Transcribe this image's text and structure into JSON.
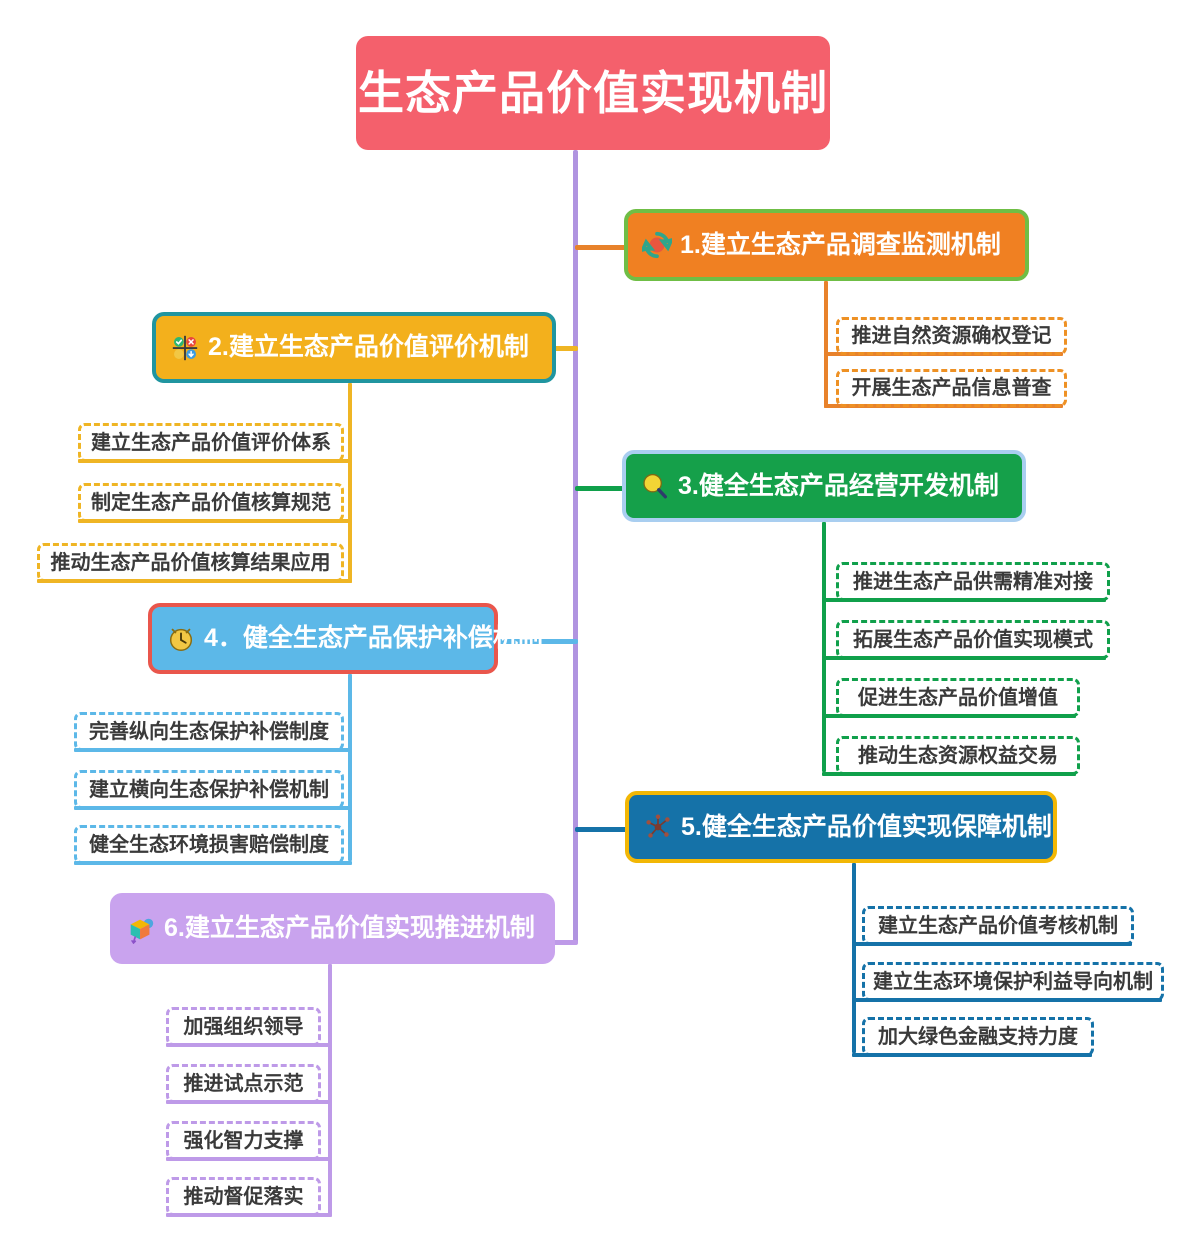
{
  "diagram": {
    "type": "mind-map",
    "title": "生态产品价值实现机制",
    "root": {
      "label": "生态产品价值实现机制",
      "fill": "#F4606C",
      "text_color": "#FFFFFF"
    },
    "spine_color": "#B094E0",
    "branches": [
      {
        "index": "1",
        "label": "1.建立生态产品调查监测机制",
        "icon": "recycle-icon",
        "side": "right",
        "fill": "#F08022",
        "border": "#6FBE45",
        "line": "#E8822B",
        "children": [
          {
            "label": "推进自然资源确权登记"
          },
          {
            "label": "开展生态产品信息普查"
          }
        ]
      },
      {
        "index": "2",
        "label": "2.建立生态产品价值评价机制",
        "icon": "quadrant-icon",
        "side": "left",
        "fill": "#F3B01C",
        "border": "#2095A0",
        "line": "#EFB524",
        "children": [
          {
            "label": "建立生态产品价值评价体系"
          },
          {
            "label": "制定生态产品价值核算规范"
          },
          {
            "label": "推动生态产品价值核算结果应用"
          }
        ]
      },
      {
        "index": "3",
        "label": "3.健全生态产品经营开发机制",
        "icon": "magnifier-icon",
        "side": "right",
        "fill": "#15A04A",
        "border": "#A9CEF0",
        "line": "#10A04B",
        "children": [
          {
            "label": "推进生态产品供需精准对接"
          },
          {
            "label": "拓展生态产品价值实现模式"
          },
          {
            "label": "促进生态产品价值增值"
          },
          {
            "label": "推动生态资源权益交易"
          }
        ]
      },
      {
        "index": "4",
        "label": "4．健全生态产品保护补偿机制",
        "icon": "alarm-clock-icon",
        "side": "left",
        "fill": "#5CB8E8",
        "border": "#E9564C",
        "line": "#5CB8E8",
        "children": [
          {
            "label": "完善纵向生态保护补偿制度"
          },
          {
            "label": "建立横向生态保护补偿机制"
          },
          {
            "label": "健全生态环境损害赔偿制度"
          }
        ]
      },
      {
        "index": "5",
        "label": "5.健全生态产品价值实现保障机制",
        "icon": "network-nodes-icon",
        "side": "right",
        "fill": "#1572A8",
        "border": "#F2B705",
        "line": "#1572A8",
        "children": [
          {
            "label": "建立生态产品价值考核机制"
          },
          {
            "label": "建立生态环境保护利益导向机制"
          },
          {
            "label": "加大绿色金融支持力度"
          }
        ]
      },
      {
        "index": "6",
        "label": "6.建立生态产品价值实现推进机制",
        "icon": "cube-icon",
        "side": "left",
        "fill": "#C9A3EE",
        "border": "#C9A3EE",
        "line": "#BE9AE8",
        "children": [
          {
            "label": "加强组织领导"
          },
          {
            "label": "推进试点示范"
          },
          {
            "label": "强化智力支撑"
          },
          {
            "label": "推动督促落实"
          }
        ]
      }
    ]
  }
}
